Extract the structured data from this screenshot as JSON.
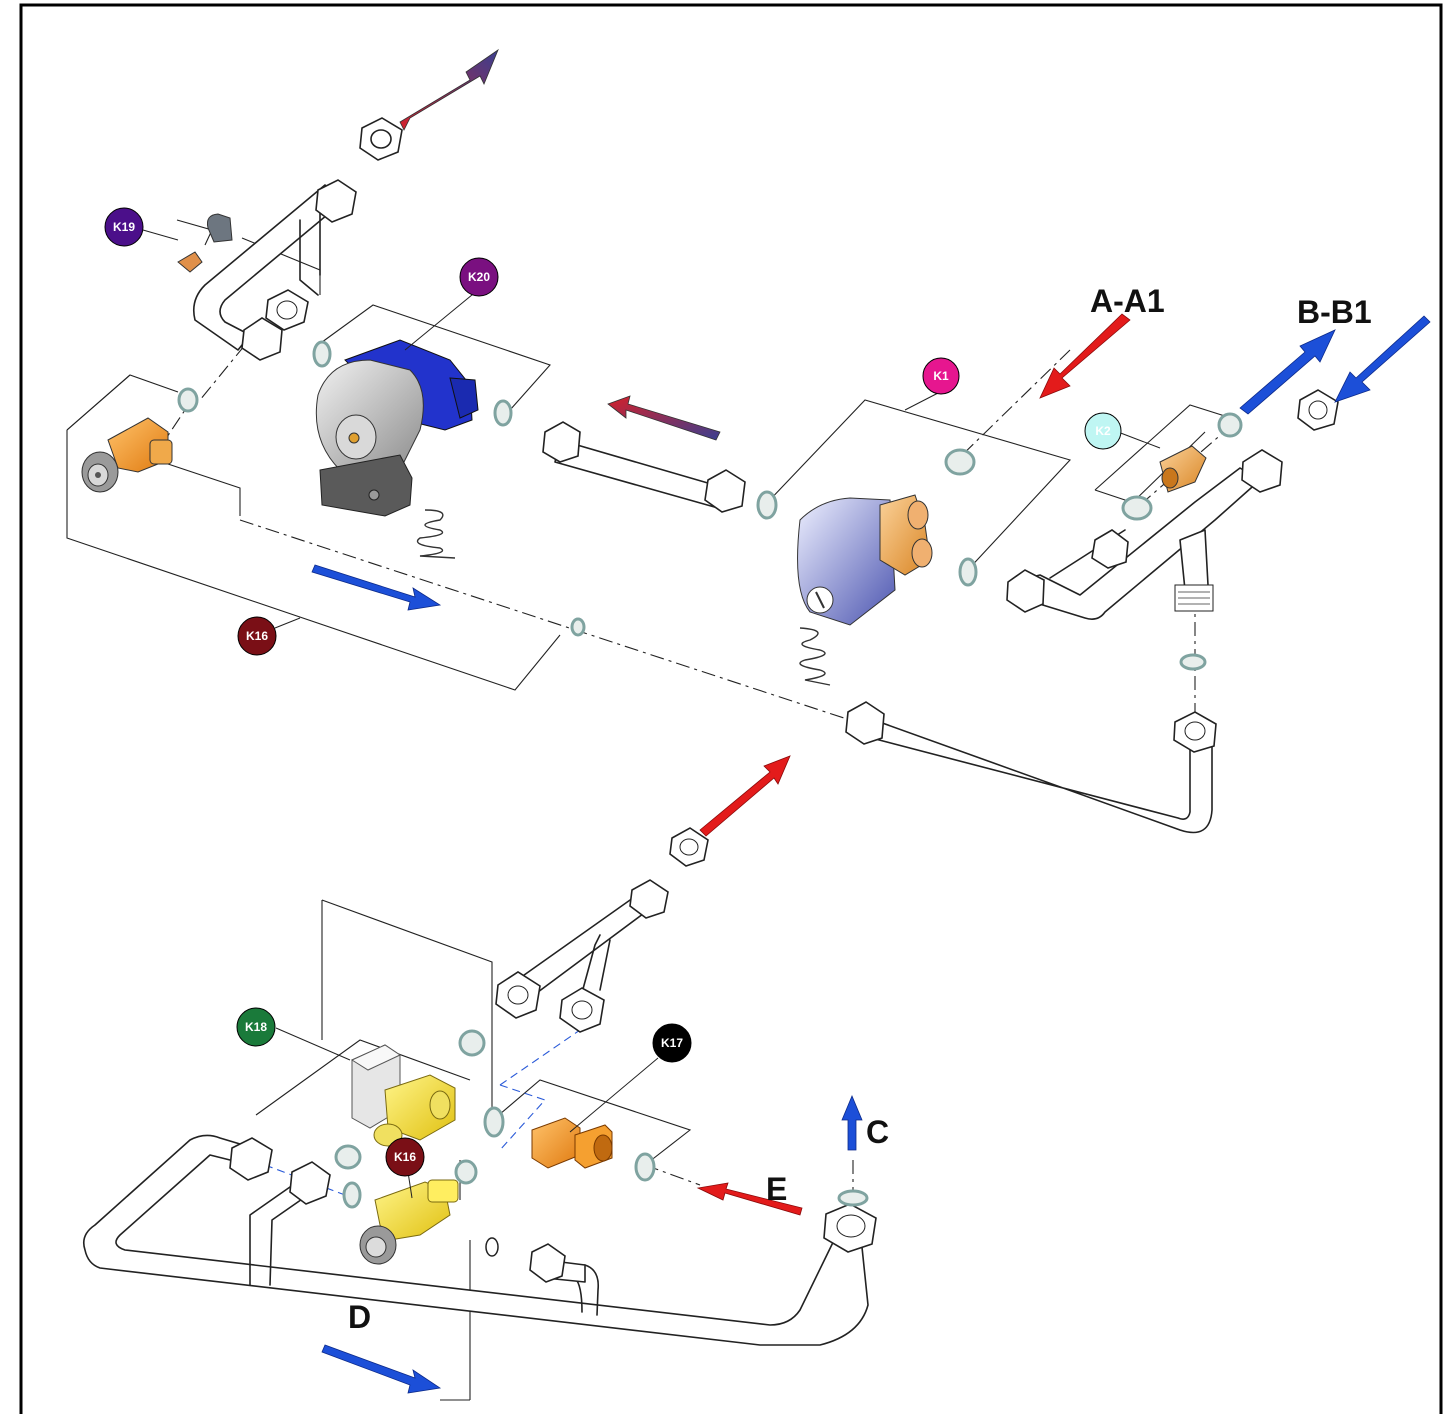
{
  "badges": [
    {
      "id": "k19",
      "text": "K19",
      "color": "#4b0f8a",
      "text_color": "#ffffff"
    },
    {
      "id": "k20",
      "text": "K20",
      "color": "#7a1080",
      "text_color": "#ffffff"
    },
    {
      "id": "k1",
      "text": "K1",
      "color": "#e6168f",
      "text_color": "#ffffff"
    },
    {
      "id": "k2",
      "text": "K2",
      "color": "#bff6f3",
      "text_color": "#111111"
    },
    {
      "id": "k16a",
      "text": "K16",
      "color": "#7a0f16",
      "text_color": "#ffffff"
    },
    {
      "id": "k18",
      "text": "K18",
      "color": "#1a7a3a",
      "text_color": "#ffffff"
    },
    {
      "id": "k17",
      "text": "K17",
      "color": "#000000",
      "text_color": "#ffffff"
    },
    {
      "id": "k16b",
      "text": "K16",
      "color": "#7a0f16",
      "text_color": "#ffffff"
    }
  ],
  "labels": {
    "a_a1": "A-A1",
    "b_b1": "B-B1",
    "c": "C",
    "d": "D",
    "e": "E"
  },
  "colors": {
    "flow_hot": "#e31b1b",
    "flow_cold": "#1c4fd8",
    "flow_mixed_start": "#c8202a",
    "flow_mixed_end": "#3a3f8f",
    "pump_blue": "#1f2fc0",
    "brass": "#f0a94a",
    "washer": "#7fa3a0"
  }
}
